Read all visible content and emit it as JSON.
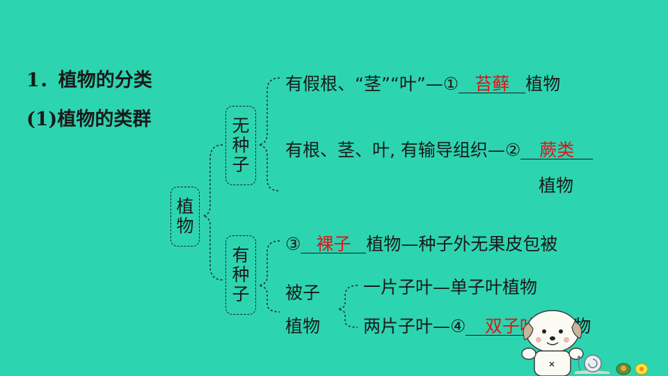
{
  "heading1": "1．植物的分类",
  "heading2": "(1)植物的类群",
  "root": [
    "植",
    "物"
  ],
  "group_no_seed": [
    "无",
    "种",
    "子"
  ],
  "group_seed": [
    "有",
    "种",
    "子"
  ],
  "angio": [
    "被子",
    "植物"
  ],
  "row1": {
    "pre": "有假根、“茎”“叶”—①",
    "answer": "苔藓",
    "post": "植物"
  },
  "row2": {
    "pre": "有根、茎、叶, 有输导组织—②",
    "answer": "蕨类",
    "post": "植物"
  },
  "row3": {
    "pre": "③",
    "answer": "裸子",
    "post": "植物—种子外无果皮包被"
  },
  "row4": {
    "text": "一片子叶—单子叶植物"
  },
  "row5": {
    "pre": "两片子叶—④",
    "answer": "双子叶",
    "post": "植物"
  },
  "colors": {
    "background": "#2dd4b0",
    "answer": "#d81818",
    "text": "#1a1a1a"
  }
}
